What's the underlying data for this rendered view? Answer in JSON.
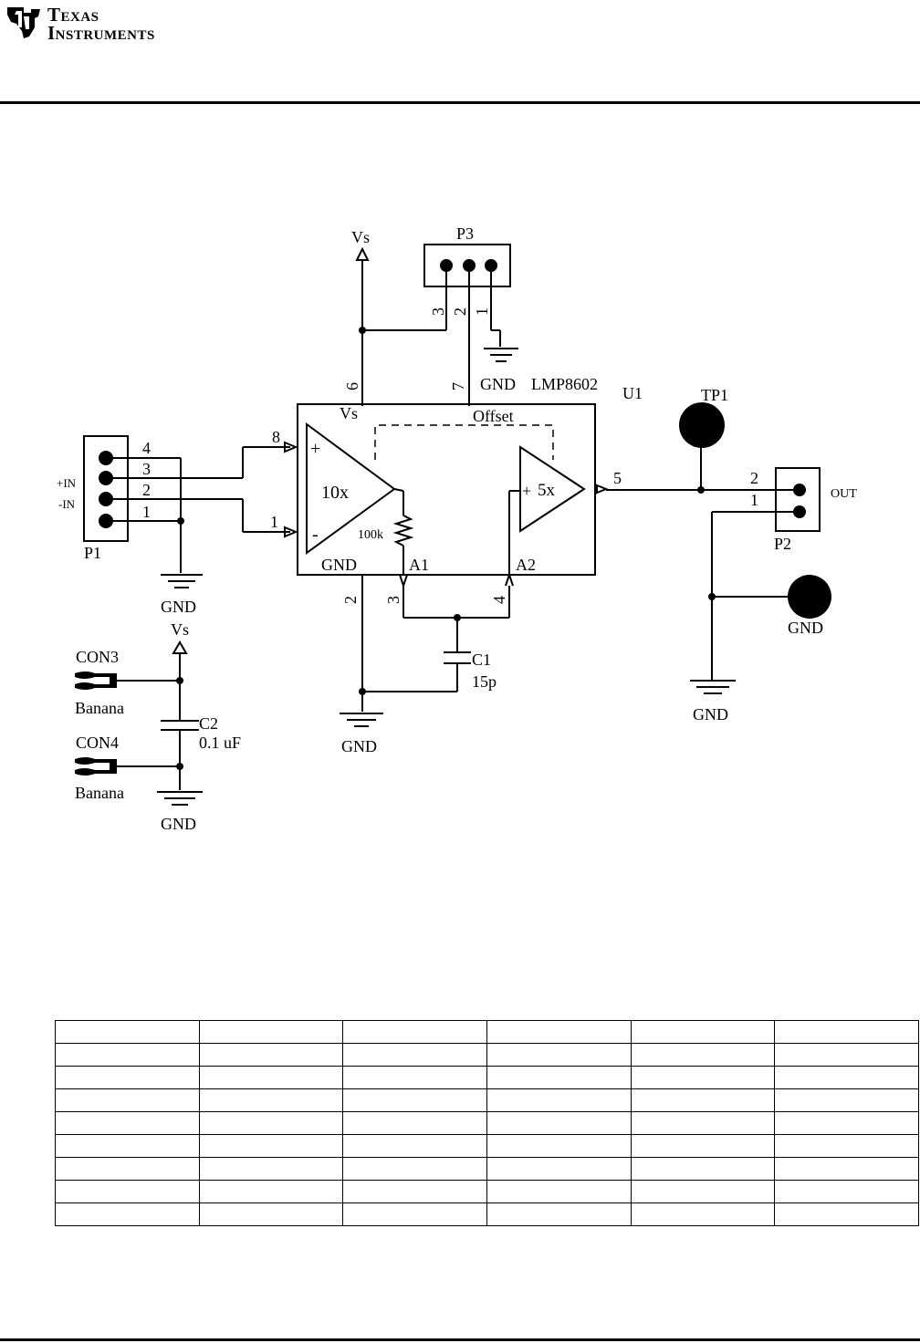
{
  "header": {
    "logo_line1": "Texas",
    "logo_line2": "Instruments"
  },
  "schematic": {
    "vs_top": "Vs",
    "p3_label": "P3",
    "p3_pin3": "3",
    "p3_pin2": "2",
    "p3_pin1": "1",
    "gnd_p3": "GND",
    "chip_name": "LMP8602",
    "chip_ref": "U1",
    "pin6": "6",
    "pin7": "7",
    "vs_inside": "Vs",
    "offset_inside": "Offset",
    "pin8": "8",
    "pin1": "1",
    "plus_sign": "+",
    "minus_sign": "-",
    "gain1": "10x",
    "resistor": "100k",
    "gnd_inside": "GND",
    "a1": "A1",
    "a2": "A2",
    "plus2": "+",
    "gain2": "5x",
    "pin5": "5",
    "pin2": "2",
    "pin3": "3",
    "pin4": "4",
    "tp1": "TP1",
    "p2_pin2": "2",
    "p2_pin1": "1",
    "out": "OUT",
    "p2_label": "P2",
    "gnd_tp": "GND",
    "gnd_right": "GND",
    "p1_pin4": "4",
    "p1_pin3": "3",
    "p1_pin2": "2",
    "p1_pin1": "1",
    "plus_in": "+IN",
    "minus_in": "-IN",
    "p1_label": "P1",
    "gnd_p1": "GND",
    "vs_left": "Vs",
    "con3": "CON3",
    "banana1": "Banana",
    "con4": "CON4",
    "banana2": "Banana",
    "c2_name": "C2",
    "c2_value": "0.1 uF",
    "gnd_left": "GND",
    "c1_name": "C1",
    "c1_value": "15p",
    "gnd_center": "GND"
  },
  "table": {
    "rows": 9,
    "cols": 6
  }
}
